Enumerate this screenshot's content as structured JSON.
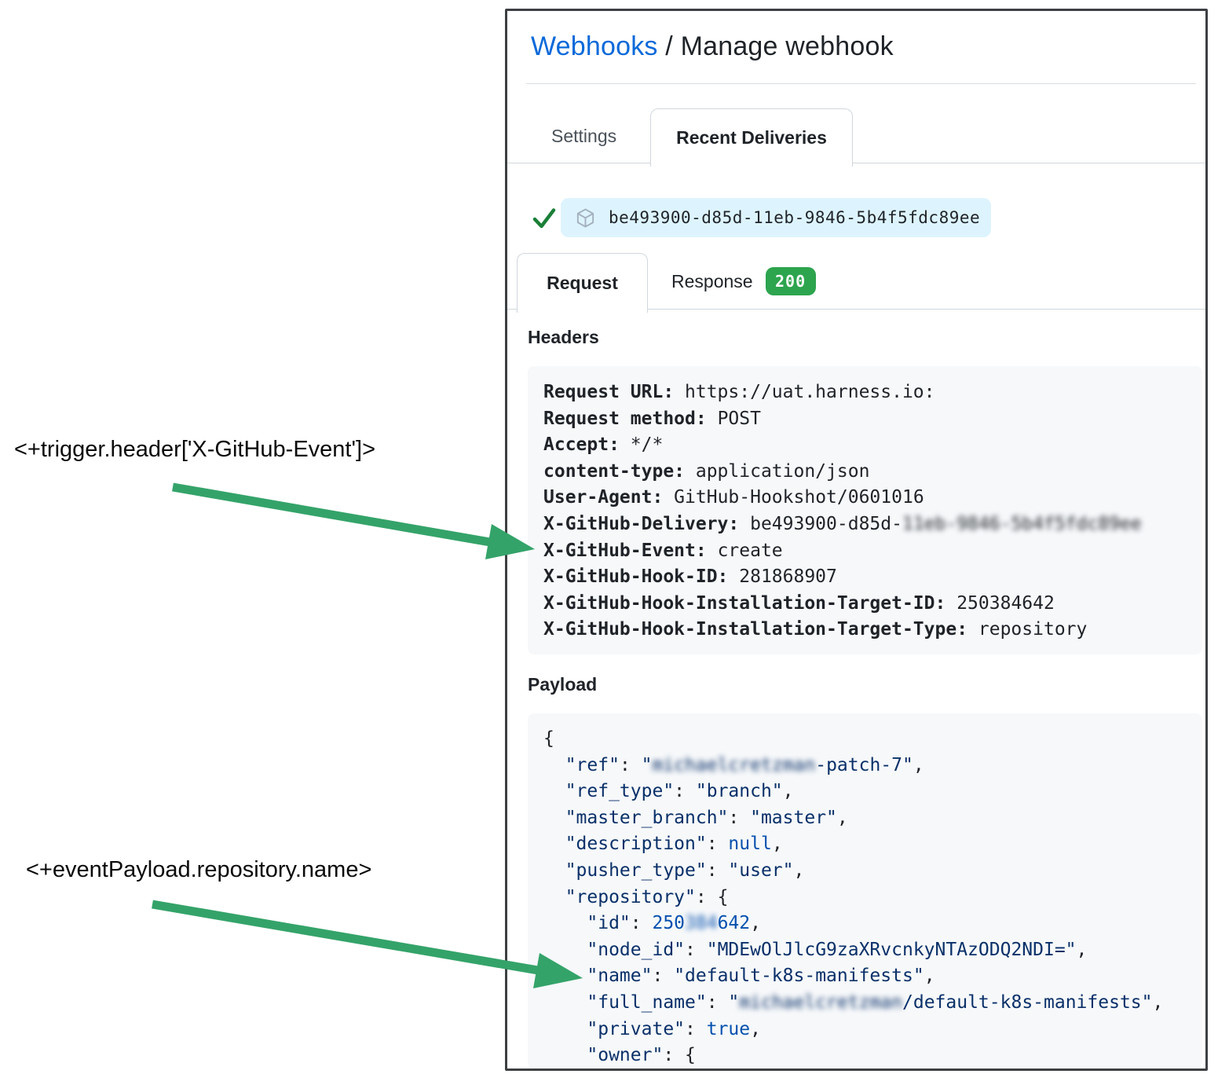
{
  "colors": {
    "link_blue": "#0969da",
    "arrow_green": "#34a369",
    "check_green": "#1a7f37",
    "badge_green": "#2da44e",
    "pill_blue_bg": "#ddf4ff",
    "code_box_bg": "#f6f8fa",
    "json_key": "#0a3069",
    "json_literal": "#0550ae",
    "border_gray": "#d0d7de",
    "text_dark": "#1f2328",
    "panel_border": "#3d4043"
  },
  "annotations": {
    "trigger_expression": "<+trigger.header['X-GitHub-Event']>",
    "payload_expression": "<+eventPayload.repository.name>"
  },
  "panel": {
    "title": {
      "link": "Webhooks",
      "separator": " / ",
      "rest": "Manage webhook"
    },
    "tabs_main": [
      {
        "label": "Settings",
        "active": false
      },
      {
        "label": "Recent Deliveries",
        "active": true
      }
    ],
    "delivery": {
      "id": "be493900-d85d-11eb-9846-5b4f5fdc89ee"
    },
    "tabs_delivery": {
      "request": "Request",
      "response": "Response",
      "status": "200"
    },
    "headers": {
      "heading": "Headers",
      "lines": [
        {
          "label": "Request URL:",
          "value": " https://uat.harness.io:"
        },
        {
          "label": "Request method:",
          "value": " POST"
        },
        {
          "label": "Accept:",
          "value": " */*"
        },
        {
          "label": "content-type:",
          "value": " application/json"
        },
        {
          "label": "User-Agent:",
          "value": " GitHub-Hookshot/0601016"
        },
        {
          "label": "X-GitHub-Delivery:",
          "value": " be493900-d85d-",
          "blurred": "11eb-9846-5b4f5fdc89ee"
        },
        {
          "label": "X-GitHub-Event:",
          "value": " create"
        },
        {
          "label": "X-GitHub-Hook-ID:",
          "value": " 281868907"
        },
        {
          "label": "X-GitHub-Hook-Installation-Target-ID:",
          "value": " 250384642"
        },
        {
          "label": "X-GitHub-Hook-Installation-Target-Type:",
          "value": " repository"
        }
      ]
    },
    "payload": {
      "heading": "Payload",
      "lines": [
        [
          {
            "t": "{",
            "c": "p"
          }
        ],
        [
          {
            "t": "  \"ref\"",
            "c": "k"
          },
          {
            "t": ": ",
            "c": "p"
          },
          {
            "t": "\"",
            "c": "s"
          },
          {
            "t": "michaelcretzman",
            "c": "s",
            "blur": true
          },
          {
            "t": "-patch-7\"",
            "c": "s"
          },
          {
            "t": ",",
            "c": "p"
          }
        ],
        [
          {
            "t": "  \"ref_type\"",
            "c": "k"
          },
          {
            "t": ": ",
            "c": "p"
          },
          {
            "t": "\"branch\"",
            "c": "s"
          },
          {
            "t": ",",
            "c": "p"
          }
        ],
        [
          {
            "t": "  \"master_branch\"",
            "c": "k"
          },
          {
            "t": ": ",
            "c": "p"
          },
          {
            "t": "\"master\"",
            "c": "s"
          },
          {
            "t": ",",
            "c": "p"
          }
        ],
        [
          {
            "t": "  \"description\"",
            "c": "k"
          },
          {
            "t": ": ",
            "c": "p"
          },
          {
            "t": "null",
            "c": "l"
          },
          {
            "t": ",",
            "c": "p"
          }
        ],
        [
          {
            "t": "  \"pusher_type\"",
            "c": "k"
          },
          {
            "t": ": ",
            "c": "p"
          },
          {
            "t": "\"user\"",
            "c": "s"
          },
          {
            "t": ",",
            "c": "p"
          }
        ],
        [
          {
            "t": "  \"repository\"",
            "c": "k"
          },
          {
            "t": ": ",
            "c": "p"
          },
          {
            "t": "{",
            "c": "p"
          }
        ],
        [
          {
            "t": "    \"id\"",
            "c": "k"
          },
          {
            "t": ": ",
            "c": "p"
          },
          {
            "t": "250",
            "c": "l"
          },
          {
            "t": "384",
            "c": "l",
            "blur": true
          },
          {
            "t": "642",
            "c": "l"
          },
          {
            "t": ",",
            "c": "p"
          }
        ],
        [
          {
            "t": "    \"node_id\"",
            "c": "k"
          },
          {
            "t": ": ",
            "c": "p"
          },
          {
            "t": "\"MDEwOlJlcG9zaXRvcnkyNTAzODQ2NDI=\"",
            "c": "s"
          },
          {
            "t": ",",
            "c": "p"
          }
        ],
        [
          {
            "t": "    \"name\"",
            "c": "k"
          },
          {
            "t": ": ",
            "c": "p"
          },
          {
            "t": "\"default-k8s-manifests\"",
            "c": "s"
          },
          {
            "t": ",",
            "c": "p"
          }
        ],
        [
          {
            "t": "    \"full_name\"",
            "c": "k"
          },
          {
            "t": ": ",
            "c": "p"
          },
          {
            "t": "\"",
            "c": "s"
          },
          {
            "t": "michaelcretzman",
            "c": "s",
            "blur": true
          },
          {
            "t": "/default-k8s-manifests\"",
            "c": "s"
          },
          {
            "t": ",",
            "c": "p"
          }
        ],
        [
          {
            "t": "    \"private\"",
            "c": "k"
          },
          {
            "t": ": ",
            "c": "p"
          },
          {
            "t": "true",
            "c": "l"
          },
          {
            "t": ",",
            "c": "p"
          }
        ],
        [
          {
            "t": "    \"owner\"",
            "c": "k"
          },
          {
            "t": ": ",
            "c": "p"
          },
          {
            "t": "{",
            "c": "p"
          }
        ]
      ]
    }
  }
}
